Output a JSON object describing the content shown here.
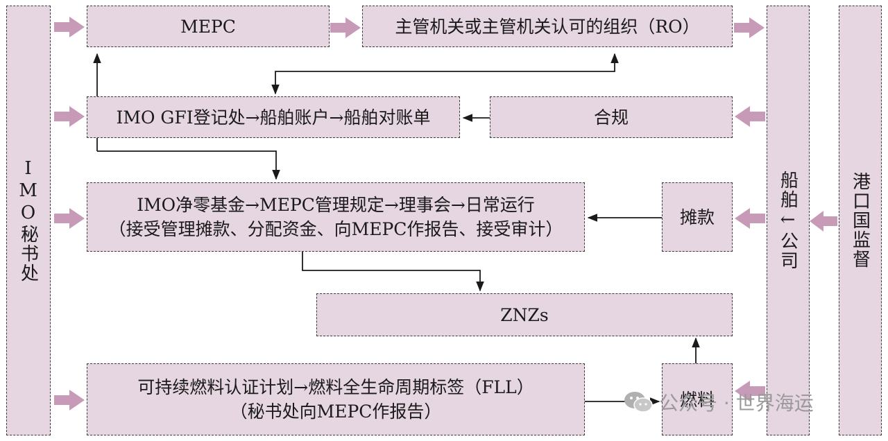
{
  "colors": {
    "box_fill": "#e6d6e1",
    "arrow_fill": "#c79bb7",
    "line": "#1a1a1a"
  },
  "nodes": {
    "imo_secretariat": "IMO秘书处",
    "mepc": "MEPC",
    "ro": "主管机关或主管机关认可的组织（RO）",
    "gfi_registry": "IMO  GFI登记处→船舶账户→船舶对账单",
    "compliance": "合规",
    "fund_line1": "IMO净零基金→MEPC管理规定→理事会→日常运行",
    "fund_line2": "（接受管理摊款、分配资金、向MEPC作报告、接受审计）",
    "contribution": "摊款",
    "znzs": "ZNZs",
    "fuel_line1": "可持续燃料认证计划→燃料全生命周期标签（FLL）",
    "fuel_line2": "（秘书处向MEPC作报告）",
    "fuel": "燃料",
    "ship_company": "船舶←公司",
    "port_state": "港口国监督"
  },
  "watermark": {
    "text": "公众号 · 世界海运",
    "icon": "wechat-icon"
  }
}
